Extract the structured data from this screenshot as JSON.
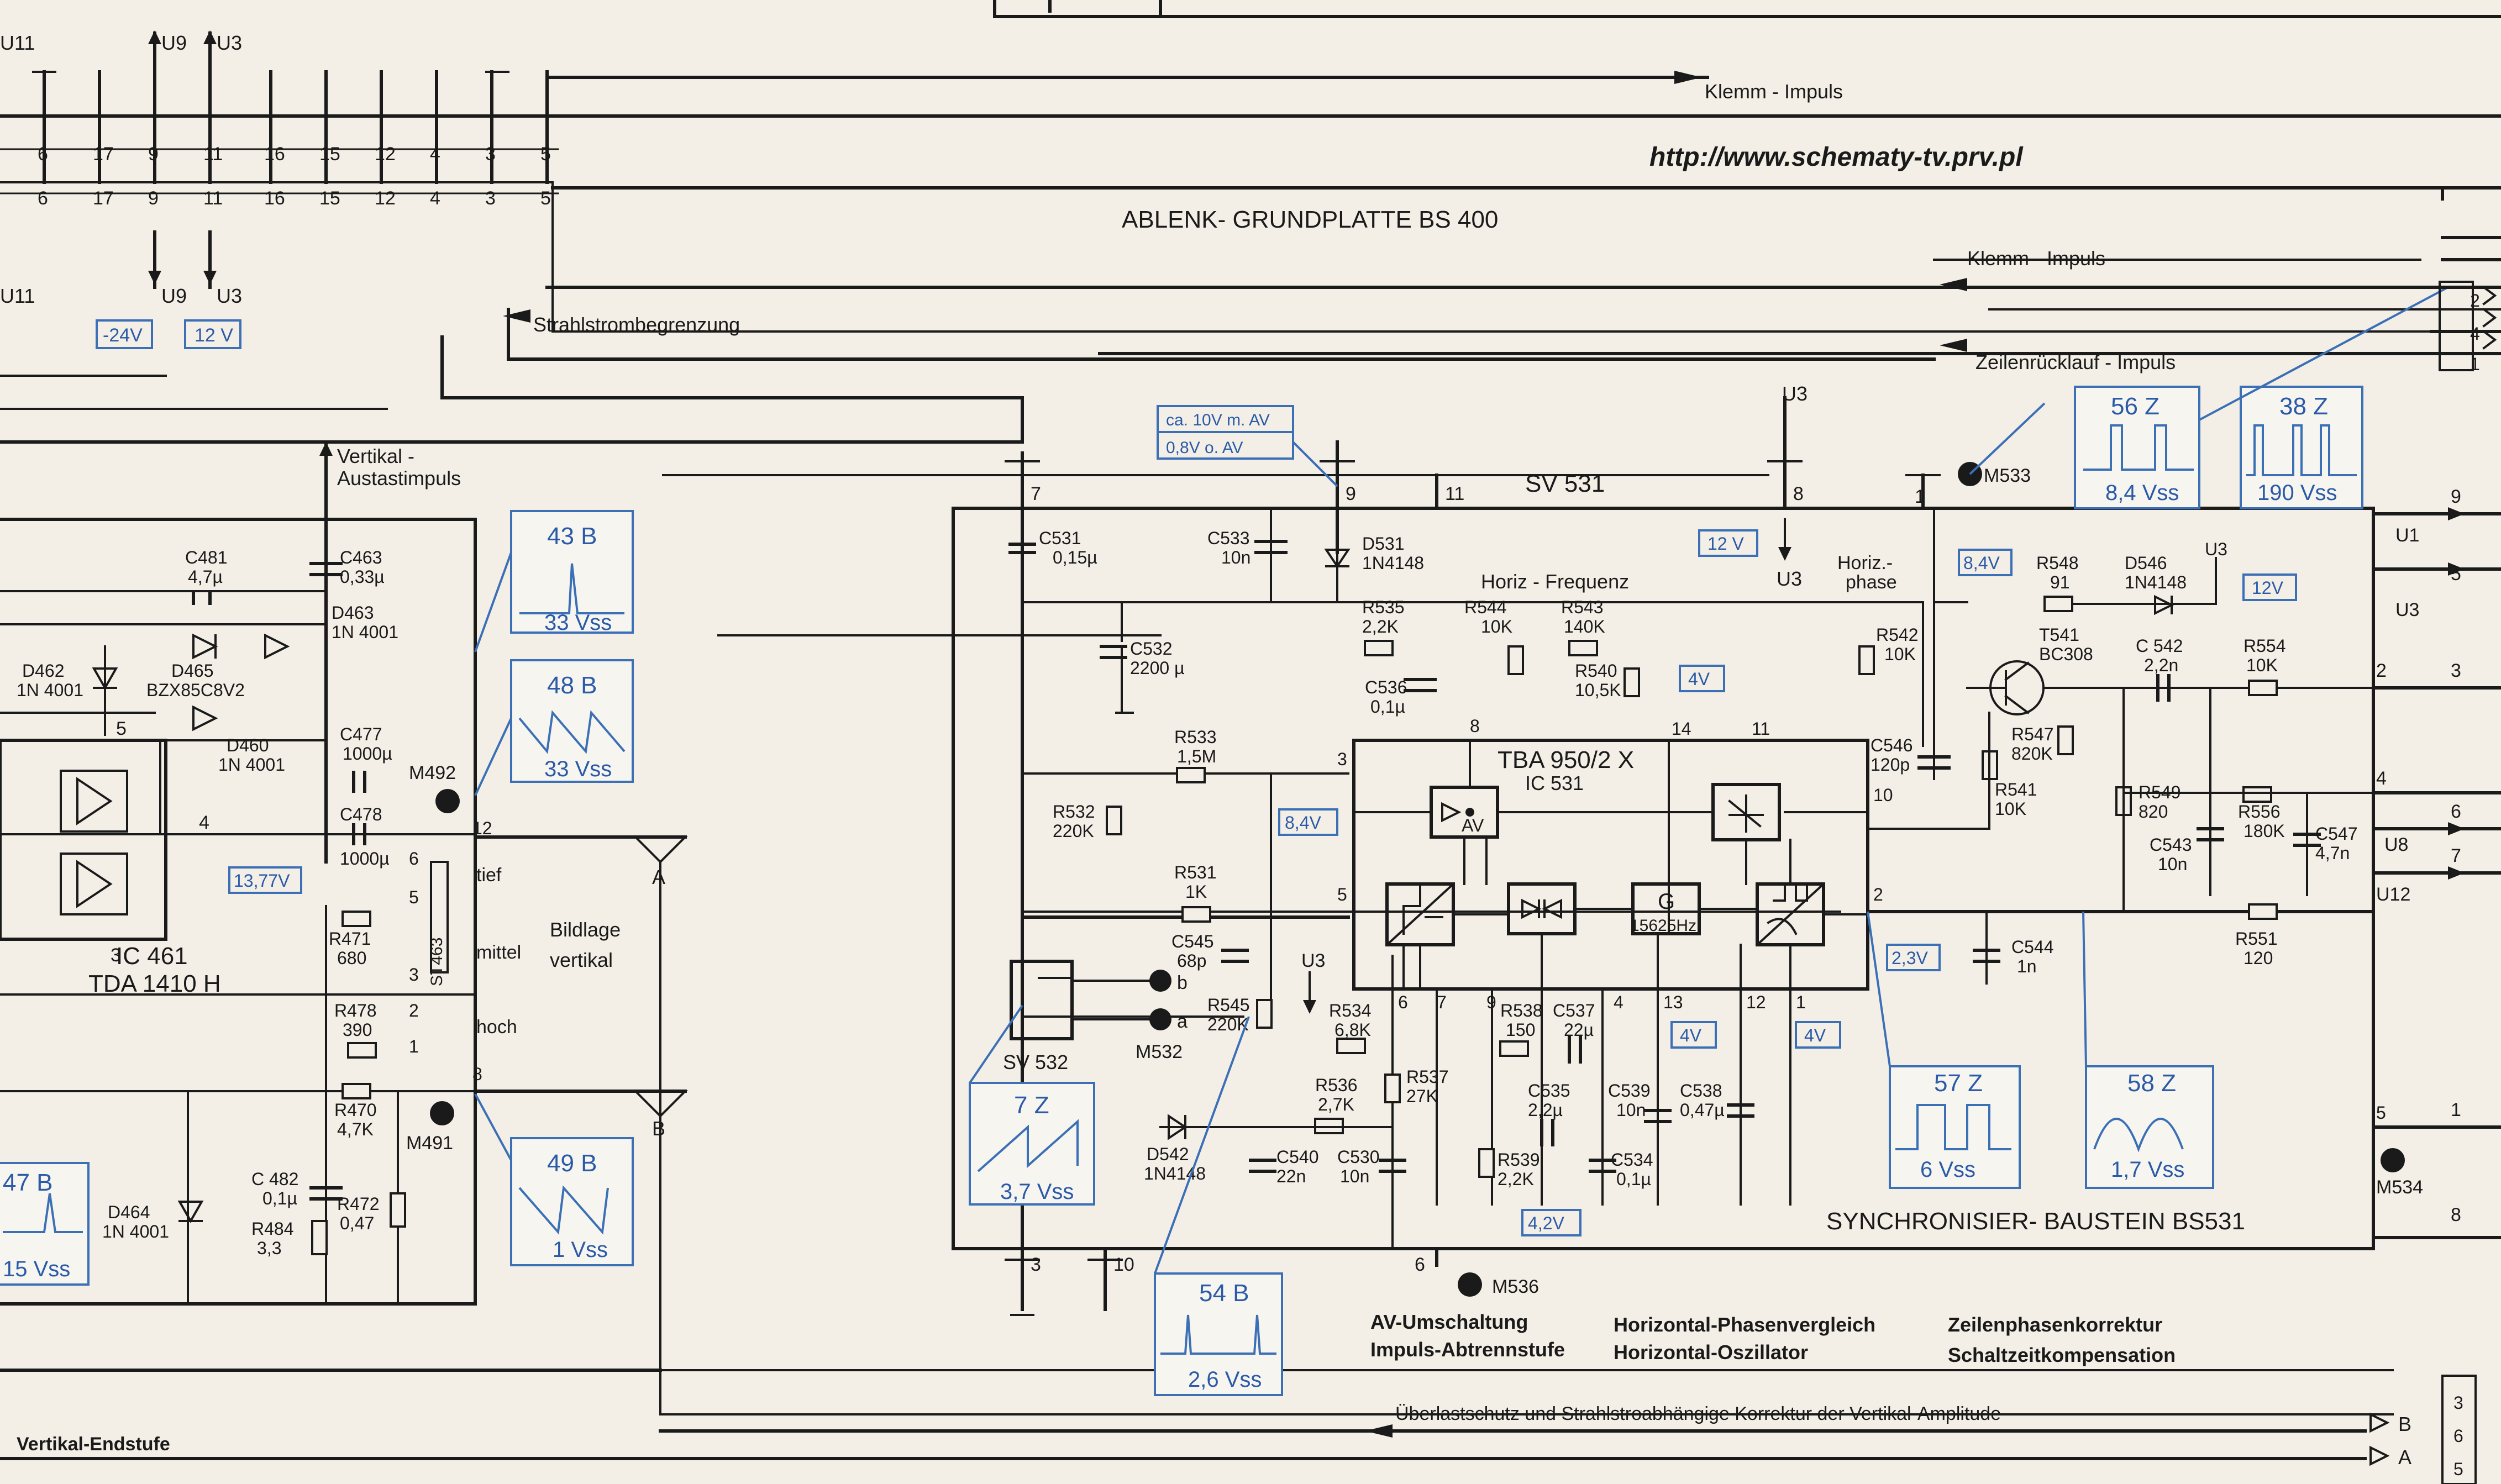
{
  "url": "http://www.schematy-tv.prv.pl",
  "board": "ABLENK- GRUNDPLATTE  BS 400",
  "module_sync": "SYNCHRONISIER- BAUSTEIN  BS531",
  "connectors": {
    "sv531": "SV 531",
    "sv532": "SV 532",
    "top_pins": [
      "6",
      "17",
      "9",
      "11",
      "16",
      "15",
      "12",
      "4",
      "3",
      "5"
    ],
    "top_supplies": [
      "U11",
      "U9",
      "U3"
    ],
    "supply_tags": [
      "-24V",
      "12 V"
    ],
    "sv531_pins": [
      "7",
      "9",
      "11",
      "8",
      "1"
    ],
    "right_pins": [
      "9",
      "5",
      "3",
      "2",
      "4",
      "6",
      "7",
      "1",
      "8",
      "3",
      "6",
      "5"
    ]
  },
  "signals": {
    "klemm_top": "Klemm - Impuls",
    "klemm": "Klemm - Impuls",
    "zeilen": "Zeilenrücklauf - Impuls",
    "strahl": "Strahlstrombegrenzung",
    "vert_austast_1": "Vertikal -",
    "vert_austast_2": "Austastimpuls",
    "ueberlast": "Überlastschutz und Strahlstroabhängige Korrektur der Vertikal-Amplitude"
  },
  "ic": {
    "tba_name": "TBA 950/2 X",
    "tba_ref": "IC 531",
    "tda_ref": "IC 461",
    "tda_name": "TDA 1410 H",
    "osc_label": "G",
    "osc_freq": "15625Hz",
    "av_label": "AV",
    "pins": [
      "8",
      "3",
      "5",
      "6",
      "7",
      "9",
      "4",
      "13",
      "12",
      "1",
      "2",
      "10",
      "11",
      "14"
    ]
  },
  "labels": {
    "horiz_freq": "Horiz - Frequenz",
    "horiz_phase_1": "Horiz.-",
    "horiz_phase_2": "phase",
    "bildlage_1": "Bildlage",
    "bildlage_2": "vertikal",
    "tief": "tief",
    "mittel": "mittel",
    "hoch": "hoch",
    "st463": "ST463",
    "ca_av": "ca. 10V m. AV",
    "o_av": "0,8V o. AV",
    "pin_a": "A",
    "pin_b": "B",
    "u3": "U3",
    "u1": "U1",
    "u8": "U8",
    "u12": "U12"
  },
  "voltages": [
    "13,77V",
    "8,4V",
    "12 V",
    "8,4V",
    "12V",
    "4V",
    "2,3V",
    "4V",
    "4V",
    "4,2V"
  ],
  "scopes": [
    {
      "id": "43 B",
      "amp": "33 Vss"
    },
    {
      "id": "48 B",
      "amp": "33 Vss"
    },
    {
      "id": "49 B",
      "amp": "1 Vss"
    },
    {
      "id": "47 B",
      "amp": "15 Vss"
    },
    {
      "id": "7 Z",
      "amp": "3,7 Vss"
    },
    {
      "id": "54 B",
      "amp": "2,6 Vss"
    },
    {
      "id": "56 Z",
      "amp": "8,4 Vss"
    },
    {
      "id": "38 Z",
      "amp": "190 Vss"
    },
    {
      "id": "57 Z",
      "amp": "6 Vss"
    },
    {
      "id": "58 Z",
      "amp": "1,7 Vss"
    }
  ],
  "measure_points": [
    "M492",
    "M491",
    "M532",
    "M536",
    "M533",
    "M534"
  ],
  "components": {
    "left": [
      {
        "ref": "C481",
        "val": "4,7µ"
      },
      {
        "ref": "C463",
        "val": "0,33µ"
      },
      {
        "ref": "D463",
        "val": "1N 4001"
      },
      {
        "ref": "D462",
        "val": "1N 4001"
      },
      {
        "ref": "D465",
        "val": "BZX85C8V2"
      },
      {
        "ref": "D460",
        "val": "1N 4001"
      },
      {
        "ref": "C477",
        "val": "1000µ"
      },
      {
        "ref": "C478",
        "val": "1000µ"
      },
      {
        "ref": "R471",
        "val": "680"
      },
      {
        "ref": "R478",
        "val": "390"
      },
      {
        "ref": "R470",
        "val": "4,7K"
      },
      {
        "ref": "C 482",
        "val": "0,1µ"
      },
      {
        "ref": "R472",
        "val": "0,47"
      },
      {
        "ref": "R484",
        "val": "3,3"
      },
      {
        "ref": "D464",
        "val": "1N 4001"
      }
    ],
    "sync": [
      {
        "ref": "C531",
        "val": "0,15µ"
      },
      {
        "ref": "C533",
        "val": "10n"
      },
      {
        "ref": "D531",
        "val": "1N4148"
      },
      {
        "ref": "C532",
        "val": "2200 µ"
      },
      {
        "ref": "R535",
        "val": "2,2K"
      },
      {
        "ref": "R544",
        "val": "10K"
      },
      {
        "ref": "R543",
        "val": "140K"
      },
      {
        "ref": "R540",
        "val": "10,5K"
      },
      {
        "ref": "C536",
        "val": "0,1µ"
      },
      {
        "ref": "R542",
        "val": "10K"
      },
      {
        "ref": "R533",
        "val": "1,5M"
      },
      {
        "ref": "R532",
        "val": "220K"
      },
      {
        "ref": "R531",
        "val": "1K"
      },
      {
        "ref": "C545",
        "val": "68p"
      },
      {
        "ref": "R545",
        "val": "220K"
      },
      {
        "ref": "R534",
        "val": "6,8K"
      },
      {
        "ref": "R538",
        "val": "150"
      },
      {
        "ref": "C537",
        "val": "22µ"
      },
      {
        "ref": "R537",
        "val": "27K"
      },
      {
        "ref": "R536",
        "val": "2,7K"
      },
      {
        "ref": "C535",
        "val": "2,2µ"
      },
      {
        "ref": "C539",
        "val": "10n"
      },
      {
        "ref": "C538",
        "val": "0,47µ"
      },
      {
        "ref": "R539",
        "val": "2,2K"
      },
      {
        "ref": "C534",
        "val": "0,1µ"
      },
      {
        "ref": "C540",
        "val": "22n"
      },
      {
        "ref": "C530",
        "val": "10n"
      },
      {
        "ref": "D542",
        "val": "1N4148"
      },
      {
        "ref": "C546",
        "val": "120p"
      },
      {
        "ref": "R548",
        "val": "91"
      },
      {
        "ref": "D546",
        "val": "1N4148"
      },
      {
        "ref": "T541",
        "val": "BC308"
      },
      {
        "ref": "C 542",
        "val": "2,2n"
      },
      {
        "ref": "R554",
        "val": "10K"
      },
      {
        "ref": "R547",
        "val": "820K"
      },
      {
        "ref": "R541",
        "val": "10K"
      },
      {
        "ref": "R549",
        "val": "820"
      },
      {
        "ref": "R556",
        "val": "180K"
      },
      {
        "ref": "C543",
        "val": "10n"
      },
      {
        "ref": "C547",
        "val": "4,7n"
      },
      {
        "ref": "C544",
        "val": "1n"
      },
      {
        "ref": "R551",
        "val": "120"
      }
    ]
  },
  "captions": {
    "vert": "Vertikal-Endstufe",
    "av1": "AV-Umschaltung",
    "av2": "Impuls-Abtrennstufe",
    "hp1": "Horizontal-Phasenvergleich",
    "hp2": "Horizontal-Oszillator",
    "zk1": "Zeilenphasenkorrektur",
    "zk2": "Schaltzeitkompensation"
  },
  "colors": {
    "paper": "#f3efe6",
    "ink": "#1a1a1a",
    "annotation_blue": "#3b6fb6"
  }
}
